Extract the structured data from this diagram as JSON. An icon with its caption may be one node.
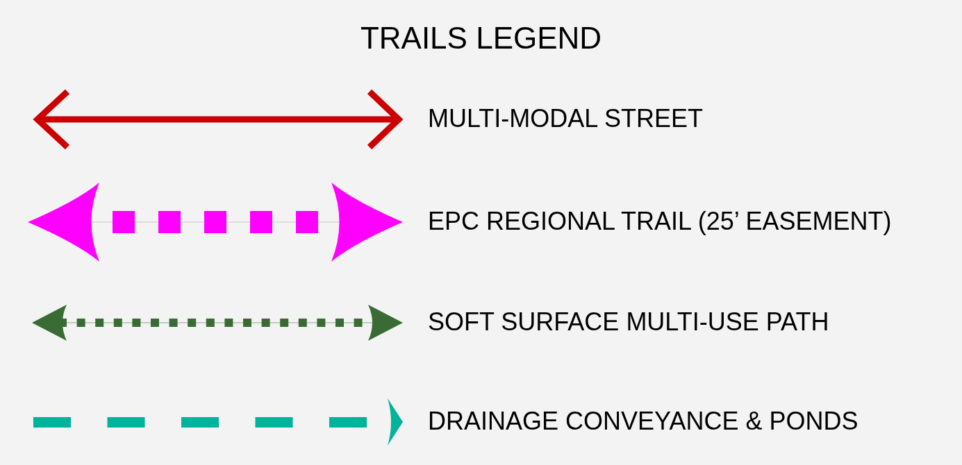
{
  "diagram": {
    "title": "TRAILS LEGEND",
    "legend": [
      {
        "text": "MULTI-MODAL STREET"
      },
      {
        "text": "EPC REGIONAL TRAIL (25’ EASEMENT)"
      },
      {
        "text": "SOFT SURFACE MULTI-USE PATH"
      },
      {
        "text": "DRAINAGE CONVEYANCE & PONDS"
      }
    ]
  }
}
